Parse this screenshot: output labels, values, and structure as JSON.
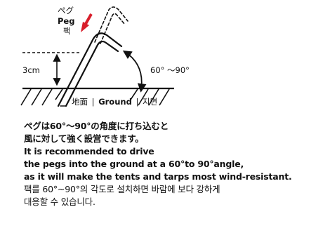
{
  "diagram": {
    "peg_label_jp": "ペグ",
    "peg_label_en": "Peg",
    "peg_label_kr": "팩",
    "height_label": "3cm",
    "angle_label": "60° ～90°",
    "ground_label_jp": "地面",
    "ground_separator_1": "|",
    "ground_label_en": "Ground",
    "ground_separator_2": "|",
    "ground_label_kr": "지면",
    "colors": {
      "arrow": "#d81e2b",
      "ink": "#111111"
    }
  },
  "notes": {
    "jp_line_1": "ペグは60°～90°の角度に打ち込むと",
    "jp_line_2": "風に対して強く設営できます。",
    "en_line_1": "It is recommended to drive",
    "en_line_2": "the pegs into the ground at a 60°to 90°angle,",
    "en_line_3": "as it will make the tents and tarps most wind-resistant.",
    "kr_line_1": "팩를 60°~90°의 각도로 설치하면 바람에 보다 강하게",
    "kr_line_2": "대응할 수 있습니다."
  }
}
